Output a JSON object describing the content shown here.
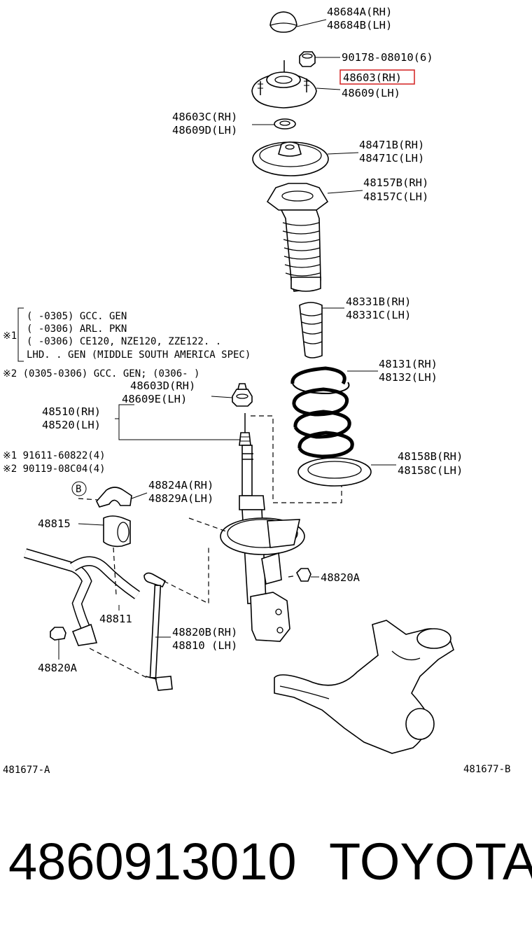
{
  "labels": {
    "p48684": [
      "48684A(RH)",
      "48684B(LH)"
    ],
    "p90178": "90178-08010(6)",
    "p48603": [
      "48603(RH)",
      "48609(LH)"
    ],
    "p48603c": [
      "48603C(RH)",
      "48609D(LH)"
    ],
    "p48471": [
      "48471B(RH)",
      "48471C(LH)"
    ],
    "p48157": [
      "48157B(RH)",
      "48157C(LH)"
    ],
    "p48331": [
      "48331B(RH)",
      "48331C(LH)"
    ],
    "p48131": [
      "48131(RH)",
      "48132(LH)"
    ],
    "p48603d": [
      "48603D(RH)",
      "48609E(LH)"
    ],
    "p48510": [
      "48510(RH)",
      "48520(LH)"
    ],
    "p48158": [
      "48158B(RH)",
      "48158C(LH)"
    ],
    "p91611": [
      "※1 91611-60822(4)",
      "※2 90119-08C04(4)"
    ],
    "p48824": [
      "48824A(RH)",
      "48829A(LH)"
    ],
    "p48815": "48815",
    "p48820a_right": "48820A",
    "p48811": "48811",
    "p48820b": [
      "48820B(RH)",
      "48810 (LH)"
    ],
    "p48820a_left": "48820A",
    "circle_b": "B"
  },
  "notes": {
    "mark1": "※1",
    "lines1": [
      "(      -0305) GCC. GEN",
      "(      -0306) ARL. PKN",
      "(      -0306) CE120, NZE120, ZZE122. .",
      "LHD. . GEN (MIDDLE SOUTH AMERICA SPEC)"
    ],
    "line2": "※2 (0305-0306) GCC. GEN; (0306-       )"
  },
  "figure_codes": {
    "left": "481677-A",
    "right": "481677-B"
  },
  "highlight": {
    "part_number": "48603(RH)",
    "color": "#d62d2d"
  },
  "footer": {
    "part_number": "4860913010",
    "brand": "TOYOTA"
  }
}
